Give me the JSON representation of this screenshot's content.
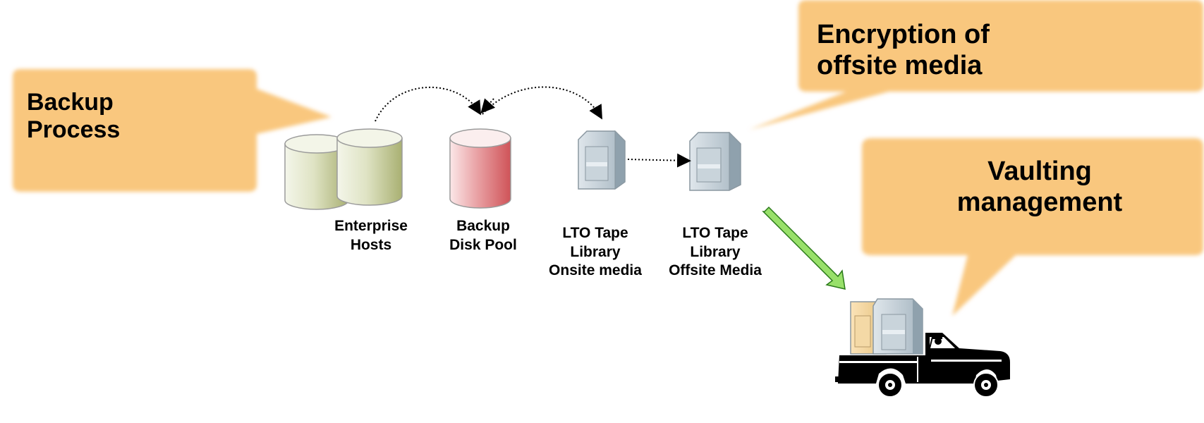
{
  "callouts": {
    "backup_process": {
      "lines": [
        "Backup",
        "Process"
      ]
    },
    "encryption": {
      "lines": [
        "Encryption of",
        "offsite media"
      ]
    },
    "vaulting": {
      "lines": [
        "Vaulting",
        "management"
      ]
    }
  },
  "nodes": {
    "enterprise_hosts": {
      "lines": [
        "Enterprise",
        "Hosts"
      ]
    },
    "backup_disk_pool": {
      "lines": [
        "Backup",
        "Disk Pool"
      ]
    },
    "lto_onsite": {
      "lines": [
        "LTO Tape",
        "Library",
        "Onsite media"
      ]
    },
    "lto_offsite": {
      "lines": [
        "LTO Tape",
        "Library",
        "Offsite Media"
      ]
    }
  },
  "colors": {
    "callout_fill": "#f9c77e",
    "host_cylinder": "#b5bc82",
    "disk_pool_cylinder": "#d9666b",
    "tape_library": "#b3c2cc",
    "transport_arrow": "#98e06a",
    "truck": "#000000"
  }
}
